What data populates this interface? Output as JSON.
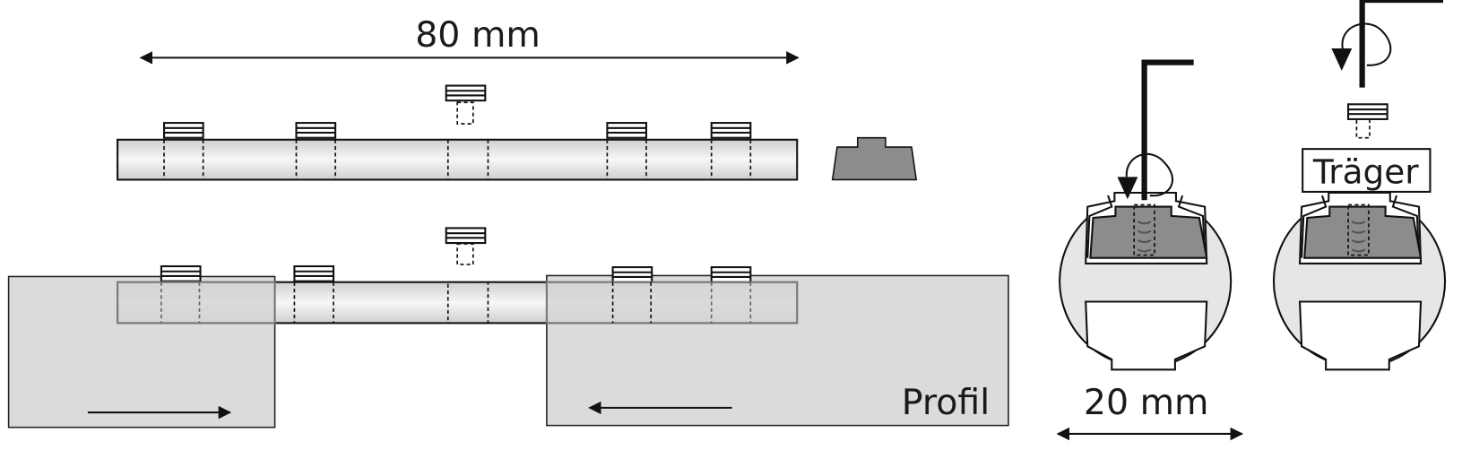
{
  "labels": {
    "length_dimension": "80 mm",
    "profile_label": "Profil",
    "diameter_dimension": "20 mm",
    "carrier_label": "Träger"
  },
  "colors": {
    "nut_fill": "#8c8c8c",
    "profile_fill": "#d9d9d9",
    "profile_section_fill": "#e6e6e6",
    "outline": "#111111"
  }
}
